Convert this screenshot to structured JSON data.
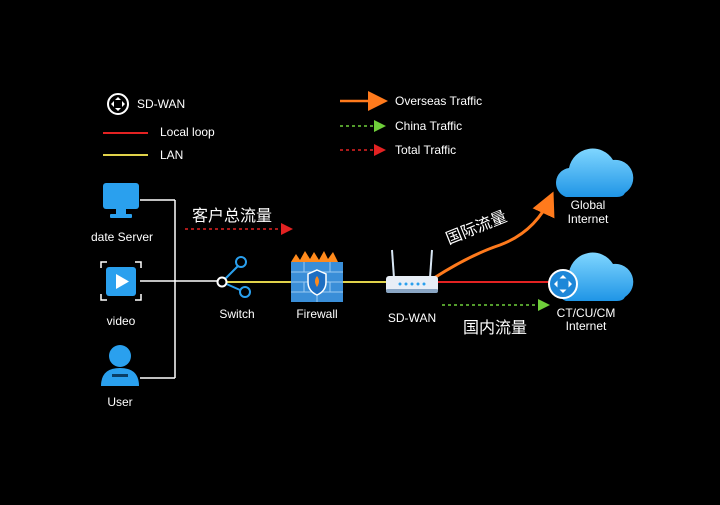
{
  "legend": {
    "sdwan": "SD-WAN",
    "local_loop": "Local loop",
    "lan": "LAN",
    "overseas": "Overseas Traffic",
    "china": "China Traffic",
    "total": "Total Traffic"
  },
  "colors": {
    "background": "#000000",
    "local_loop": "#e32222",
    "lan": "#e0d24a",
    "overseas": "#ff7a1c",
    "china": "#6fcf3a",
    "total": "#e32222",
    "device_blue": "#2aa0ee",
    "cloud_blue": "#3fb4f2"
  },
  "nodes": {
    "date_server": "date Server",
    "video": "video",
    "user": "User",
    "switch": "Switch",
    "firewall": "Firewall",
    "sdwan": "SD-WAN",
    "global_internet": "Global\nInternet",
    "china_internet": "CT/CU/CM\nInternet"
  },
  "annotations": {
    "customer_total": "客户总流量",
    "international": "国际流量",
    "domestic": "国内流量"
  }
}
